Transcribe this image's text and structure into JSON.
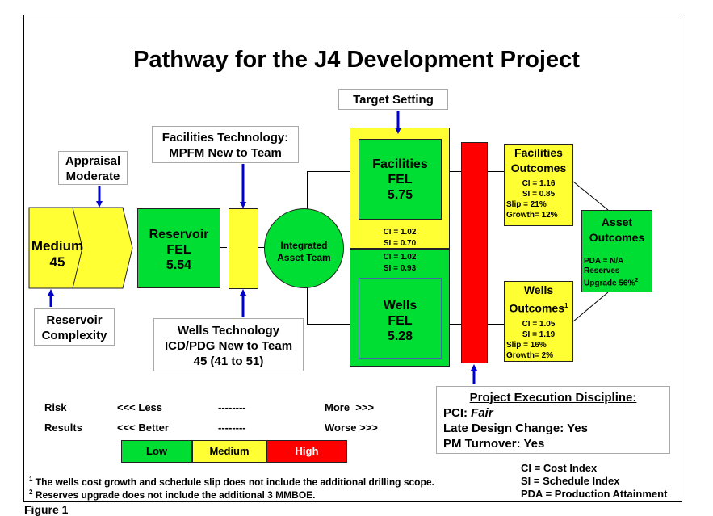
{
  "title": "Pathway for the J4 Development Project",
  "appraisal": {
    "line1": "Appraisal",
    "line2": "Moderate"
  },
  "medium": {
    "label": "Medium",
    "value": "45"
  },
  "reservoir_complexity": {
    "line1": "Reservoir",
    "line2": "Complexity"
  },
  "reservoir_fel": {
    "line1": "Reservoir",
    "line2": "FEL",
    "value": "5.54"
  },
  "facilities_tech": {
    "line1": "Facilities Technology:",
    "line2": "MPFM New to Team"
  },
  "wells_tech": {
    "line1": "Wells Technology",
    "line2": "ICD/PDG New to Team",
    "line3": "45 (41 to 51)"
  },
  "integrated": {
    "line1": "Integrated",
    "line2": "Asset Team"
  },
  "target_setting": "Target Setting",
  "facilities_fel": {
    "line1": "Facilities",
    "line2": "FEL",
    "value": "5.75"
  },
  "fac_indices": {
    "ci": "CI = 1.02",
    "si": "SI = 0.70"
  },
  "wells_indices": {
    "ci": "CI = 1.02",
    "si": "SI = 0.93"
  },
  "wells_fel": {
    "line1": "Wells",
    "line2": "FEL",
    "value": "5.28"
  },
  "facilities_outcomes": {
    "line1": "Facilities",
    "line2": "Outcomes",
    "ci": "CI = 1.16",
    "si": "SI = 0.85",
    "slip": "Slip = 21%",
    "growth": "Growth= 12%"
  },
  "wells_outcomes": {
    "line1": "Wells",
    "line2": "Outcomes",
    "sup": "1",
    "ci": "CI = 1.05",
    "si": "SI = 1.19",
    "slip": "Slip = 16%",
    "growth": "Growth= 2%"
  },
  "asset_outcomes": {
    "line1": "Asset",
    "line2": "Outcomes",
    "pda": "PDA = N/A",
    "reserves": "Reserves",
    "upgrade": "Upgrade 56%",
    "sup": "2"
  },
  "ped": {
    "title": "Project Execution Discipline:",
    "pci_label": "PCI: ",
    "pci_value": "Fair",
    "late": "Late Design Change: Yes",
    "pm": "PM Turnover: Yes"
  },
  "legend": {
    "risk": "Risk",
    "risk_less": "<<< Less",
    "risk_dash": "--------",
    "risk_more": "More  >>>",
    "results": "Results",
    "results_better": "<<< Better",
    "results_dash": "--------",
    "results_worse": "Worse >>>",
    "low": "Low",
    "medium": "Medium",
    "high": "High"
  },
  "colors": {
    "green": "#00dd33",
    "yellow": "#ffff33",
    "red": "#ff0000",
    "arrow": "#0000cc"
  },
  "footnotes": {
    "n1_sup": "1",
    "n1": " The wells cost growth and schedule slip does not include the additional drilling scope.",
    "n2_sup": "2",
    "n2": " Reserves upgrade does not include the additional 3 MMBOE."
  },
  "abbrev": {
    "ci": "CI = Cost Index",
    "si": "SI = Schedule Index",
    "pda": "PDA = Production Attainment"
  },
  "figure_label": "Figure 1"
}
